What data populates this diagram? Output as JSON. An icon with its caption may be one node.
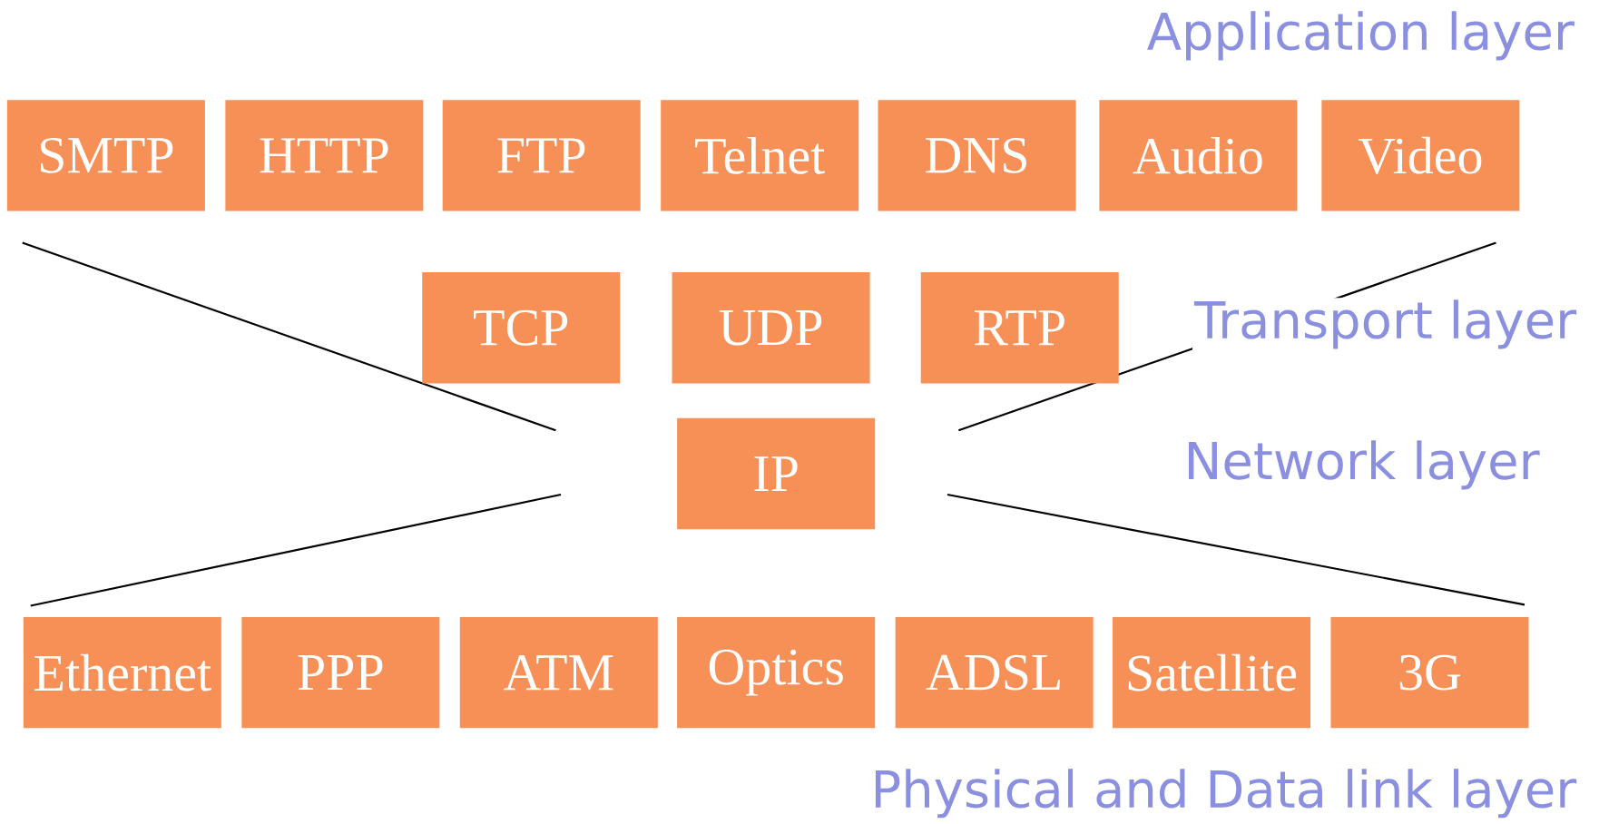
{
  "diagram": {
    "nodes": [
      {
        "text": [
          "SMTP"
        ]
      },
      {
        "text": [
          "HTTP"
        ]
      },
      {
        "text": [
          "FTP"
        ]
      },
      {
        "text": [
          "Telnet"
        ]
      },
      {
        "text": [
          "DNS"
        ]
      },
      {
        "text": [
          "Audio"
        ]
      },
      {
        "text": [
          "Video"
        ]
      },
      {
        "text": [
          "TCP"
        ]
      },
      {
        "text": [
          "UDP"
        ]
      },
      {
        "text": [
          "RTP"
        ]
      },
      {
        "text": [
          "IP"
        ]
      },
      {
        "text": [
          "Ethernet"
        ]
      },
      {
        "text": [
          "PPP"
        ]
      },
      {
        "text": [
          "ATM"
        ]
      },
      {
        "text": [
          "Optics"
        ]
      },
      {
        "text": [
          "ADSL"
        ]
      },
      {
        "text": [
          "Satellite"
        ]
      },
      {
        "text": [
          "3G"
        ]
      }
    ],
    "labels": [
      "Application layer",
      "Transport layer",
      "Network layer",
      "Physical and Data link layer"
    ]
  }
}
